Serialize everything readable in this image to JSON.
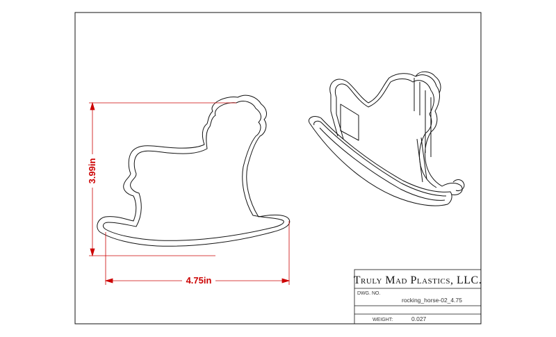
{
  "drawing": {
    "title_block": {
      "company": "Truly Mad Plastics, LLC.",
      "dwg_no_label": "DWG. NO.",
      "dwg_no": "rocking_horse-02_4.75",
      "weight_label": "WEIGHT:",
      "weight": "0.027"
    },
    "dimensions": {
      "height": "3.99in",
      "width": "4.75in"
    },
    "colors": {
      "outline": "#111111",
      "dimension": "#cc0000"
    }
  }
}
